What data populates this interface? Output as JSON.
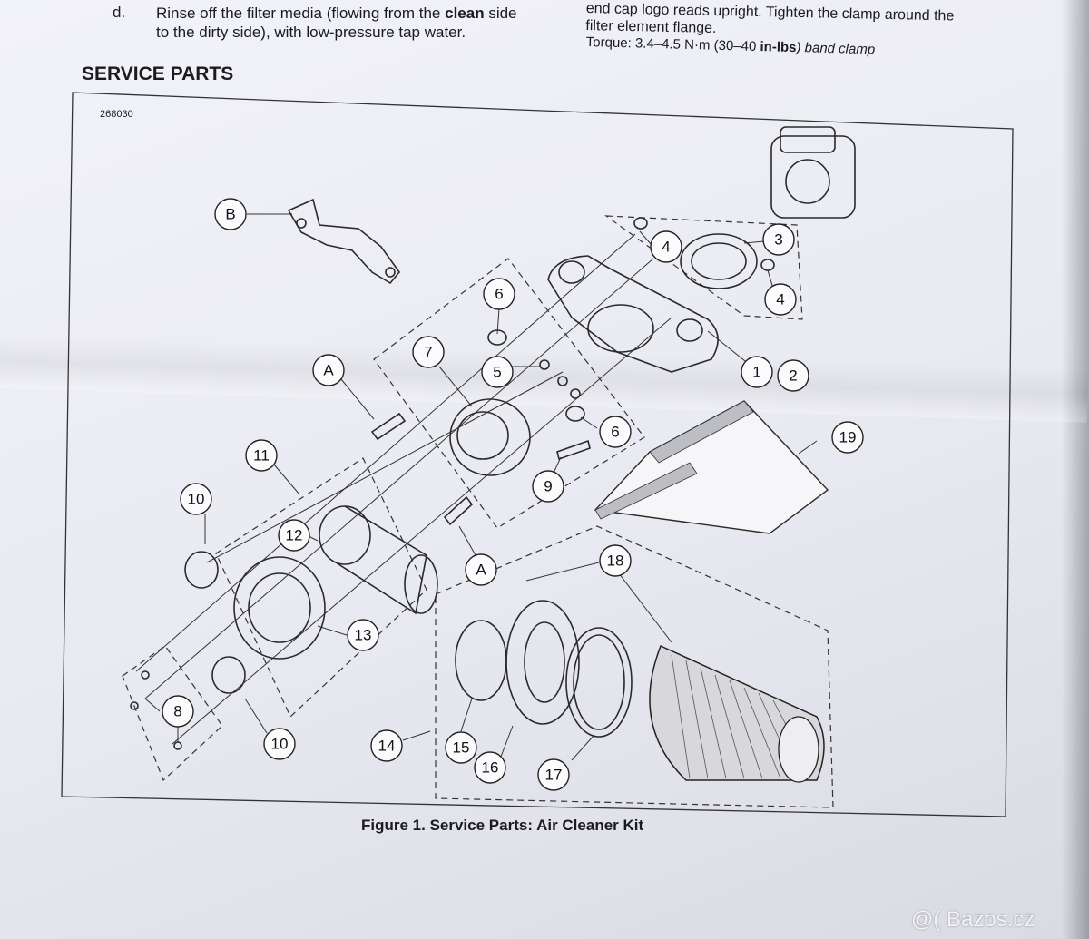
{
  "instructions": {
    "step_letter": "d.",
    "step_line1_pre": "Rinse off the filter media (flowing from the ",
    "step_line1_bold": "clean",
    "step_line1_post": " side",
    "step_line2": "to the dirty side), with low-pressure tap water.",
    "right_line1": "end cap logo reads upright. Tighten the clamp around the",
    "right_line2": "filter element flange.",
    "torque_pre": "Torque: 3.4–4.5 N·m (30–40 ",
    "torque_bold": "in-lbs",
    "torque_post": ") band clamp"
  },
  "section_title": "SERVICE PARTS",
  "figure_number": "268030",
  "caption": "Figure 1. Service Parts: Air Cleaner Kit",
  "callouts": [
    "B",
    "4",
    "3",
    "4",
    "6",
    "7",
    "5",
    "1",
    "2",
    "A",
    "6",
    "19",
    "11",
    "9",
    "10",
    "12",
    "A",
    "18",
    "13",
    "8",
    "10",
    "14",
    "15",
    "16",
    "17"
  ],
  "watermark": "@( Bazos.cz",
  "colors": {
    "paper": "#eceef4",
    "ink": "#1b1b1f"
  }
}
